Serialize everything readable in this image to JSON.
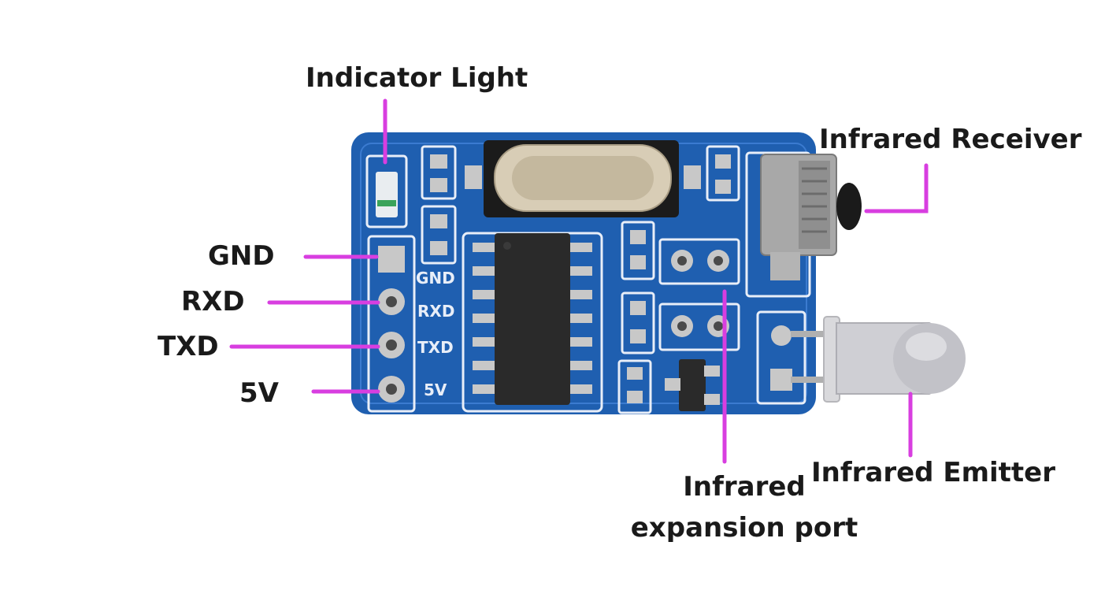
{
  "callouts": {
    "indicator_light": "Indicator Light",
    "infrared_receiver": "Infrared Receiver",
    "infrared_emitter": "Infrared Emitter",
    "infrared_expansion_port_line1": "Infrared",
    "infrared_expansion_port_line2": "expansion port"
  },
  "pins": {
    "gnd": "GND",
    "rxd": "RXD",
    "txd": "TXD",
    "v5": "5V"
  },
  "silkscreen": {
    "gnd": "GND",
    "rxd": "RXD",
    "txd": "TXD",
    "v5": "5V"
  },
  "colors": {
    "pcb": "#1f5fb0",
    "pcb_dark": "#17498a",
    "leader": "#d83ee0",
    "chip": "#2a2a2a",
    "crystal": "#d8cdb6",
    "pad": "#c8c8c8",
    "silk": "#e8eef8",
    "led": "#e9edf0"
  }
}
